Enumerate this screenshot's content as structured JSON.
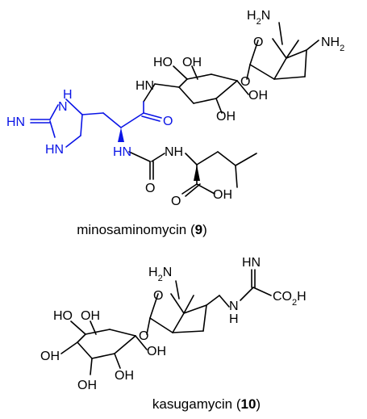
{
  "colors": {
    "black": "#000000",
    "highlight": "#0a14e6"
  },
  "compounds": [
    {
      "name": "minosaminomycin",
      "number": "9"
    },
    {
      "name": "kasugamycin",
      "number": "10"
    }
  ],
  "atoms": {
    "m_h2n_top": "H2N",
    "m_o_ring2": "O",
    "m_nh2_right": "NH2",
    "m_ho1": "HO",
    "m_oh1": "OH",
    "m_hn_link": "HN",
    "m_o_glyc": "O",
    "m_oh2": "OH",
    "m_oh3": "OH",
    "m_h_imid": "H",
    "m_n_imid": "N",
    "m_hn_exo": "HN",
    "m_hn_ring": "HN",
    "m_o_amide": "O",
    "m_hn_amide": "HN",
    "m_nh_urea": "NH",
    "m_o_urea": "O",
    "m_o_acid": "O",
    "m_oh_acid": "OH",
    "k_h2n": "H2N",
    "k_o_ring": "O",
    "k_hn_top": "HN",
    "k_co2h": "CO2H",
    "k_n": "N",
    "k_h": "H",
    "k_ho1": "HO",
    "k_oh1": "OH",
    "k_o_glyc": "O",
    "k_oh2": "OH",
    "k_oh3": "OH",
    "k_oh4": "OH"
  }
}
